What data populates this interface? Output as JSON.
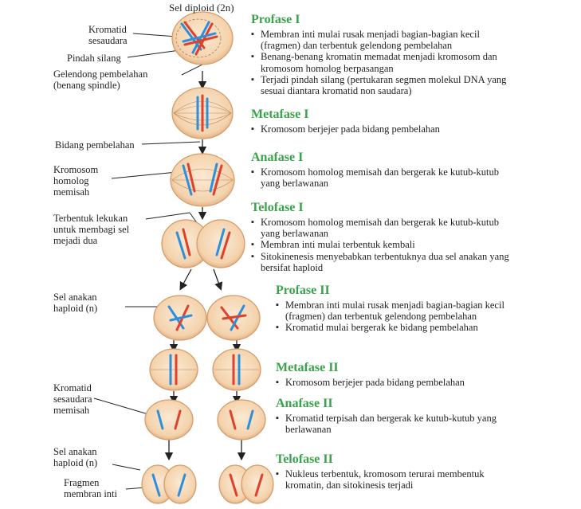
{
  "top_label": "Sel  diploid (2n)",
  "left_labels": {
    "kromatid_sesaudara": [
      "Kromatid",
      "sesaudara"
    ],
    "pindah_silang": "Pindah silang",
    "gelendong": [
      "Gelendong pembelahan",
      "(benang spindle)"
    ],
    "bidang_pembelahan": "Bidang pembelahan",
    "kromosom_homolog": [
      "Kromosom",
      "homolog",
      "memisah"
    ],
    "lekukan": [
      "Terbentuk lekukan",
      "untuk membagi sel",
      "mejadi dua"
    ],
    "sel_anakan_1": [
      "Sel anakan",
      "haploid (n)"
    ],
    "kromatid_memisah": [
      "Kromatid",
      "sesaudara",
      "memisah"
    ],
    "sel_anakan_2": [
      "Sel anakan",
      "haploid (n)"
    ],
    "fragmen": [
      "Fragmen",
      "membran inti"
    ]
  },
  "phases": [
    {
      "title": "Profase I",
      "items": [
        "Membran inti mulai rusak menjadi bagian-bagian kecil (fragmen) dan terbentuk gelendong pembelahan",
        "Benang-benang kromatin memadat menjadi kromosom dan kromosom homolog berpasangan",
        "Terjadi pindah silang (pertukaran segmen molekul DNA yang sesuai diantara kromatid non saudara)"
      ]
    },
    {
      "title": "Metafase I",
      "items": [
        "Kromosom berjejer pada bidang pembelahan"
      ]
    },
    {
      "title": "Anafase I",
      "items": [
        "Kromosom homolog memisah dan bergerak ke kutub-kutub yang berlawanan"
      ]
    },
    {
      "title": "Telofase I",
      "items": [
        "Kromosom homolog memisah dan bergerak ke kutub-kutub yang berlawanan",
        "Membran inti mulai terbentuk kembali",
        "Sitokinenesis menyebabkan terbentuknya dua sel anakan yang bersifat haploid"
      ]
    },
    {
      "title": "Profase II",
      "items": [
        "Membran inti mulai rusak menjadi bagian-bagian kecil (fragmen) dan terbentuk gelendong pembelahan",
        "Kromatid mulai bergerak ke bidang pembelahan"
      ]
    },
    {
      "title": "Metafase II",
      "items": [
        "Kromosom berjejer pada bidang pembelahan"
      ]
    },
    {
      "title": "Anafase II",
      "items": [
        "Kromatid terpisah dan bergerak ke kutub-kutub yang berlawanan"
      ]
    },
    {
      "title": "Telofase II",
      "items": [
        "Nukleus terbentuk, kromosom terurai membentuk kromatin, dan sitokinesis terjadi"
      ]
    }
  ],
  "colors": {
    "heading": "#3aa24a",
    "cell_fill": "#f6d9b6",
    "cell_edge": "#d59a66",
    "chrom_red": "#e0412a",
    "chrom_blue": "#2f8fd8"
  }
}
